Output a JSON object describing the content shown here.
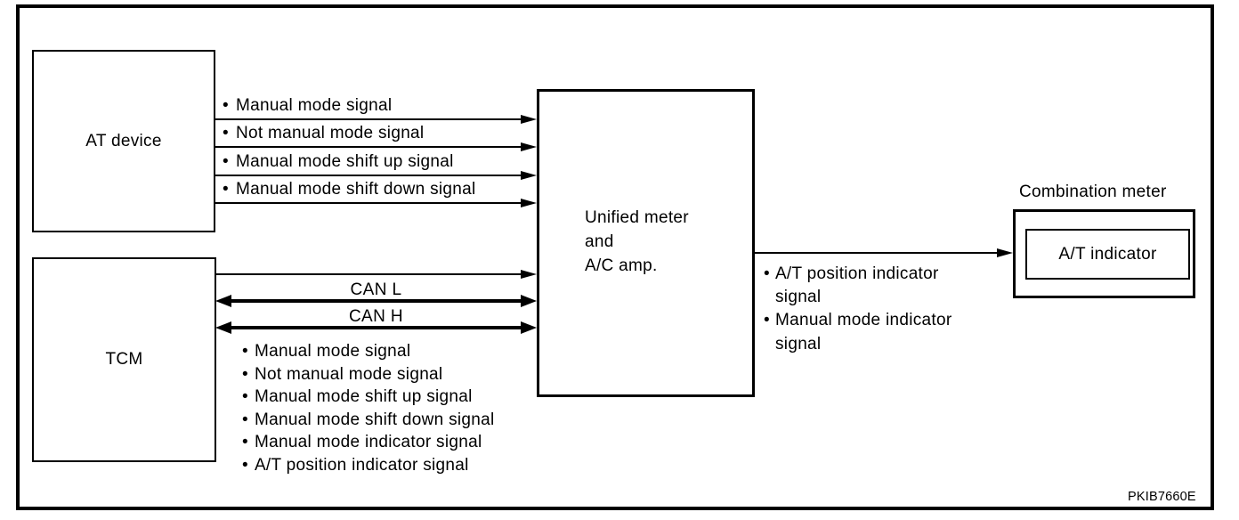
{
  "code": "PKIB7660E",
  "colors": {
    "ink": "#000000",
    "paper": "#ffffff"
  },
  "boxes": {
    "at_device": {
      "label": "AT device"
    },
    "tcm": {
      "label": "TCM"
    },
    "unified": {
      "lines": [
        "Unified meter",
        "and",
        "A/C amp."
      ]
    },
    "combination": {
      "label": "Combination meter",
      "inner_label": "A/T indicator"
    }
  },
  "at_to_unified": {
    "signals": [
      "Manual mode signal",
      "Not manual mode signal",
      "Manual mode shift up signal",
      "Manual mode shift down signal"
    ]
  },
  "tcm_to_unified": {
    "can_labels": [
      "CAN L",
      "CAN H"
    ],
    "signals": [
      "Manual mode signal",
      "Not manual mode signal",
      "Manual mode shift up signal",
      "Manual mode shift down signal",
      "Manual mode indicator signal",
      "A/T position indicator signal"
    ]
  },
  "unified_to_combination": {
    "signals": [
      {
        "line1": "A/T position indicator",
        "line2": "signal"
      },
      {
        "line1": "Manual mode indicator",
        "line2": "signal"
      }
    ]
  }
}
